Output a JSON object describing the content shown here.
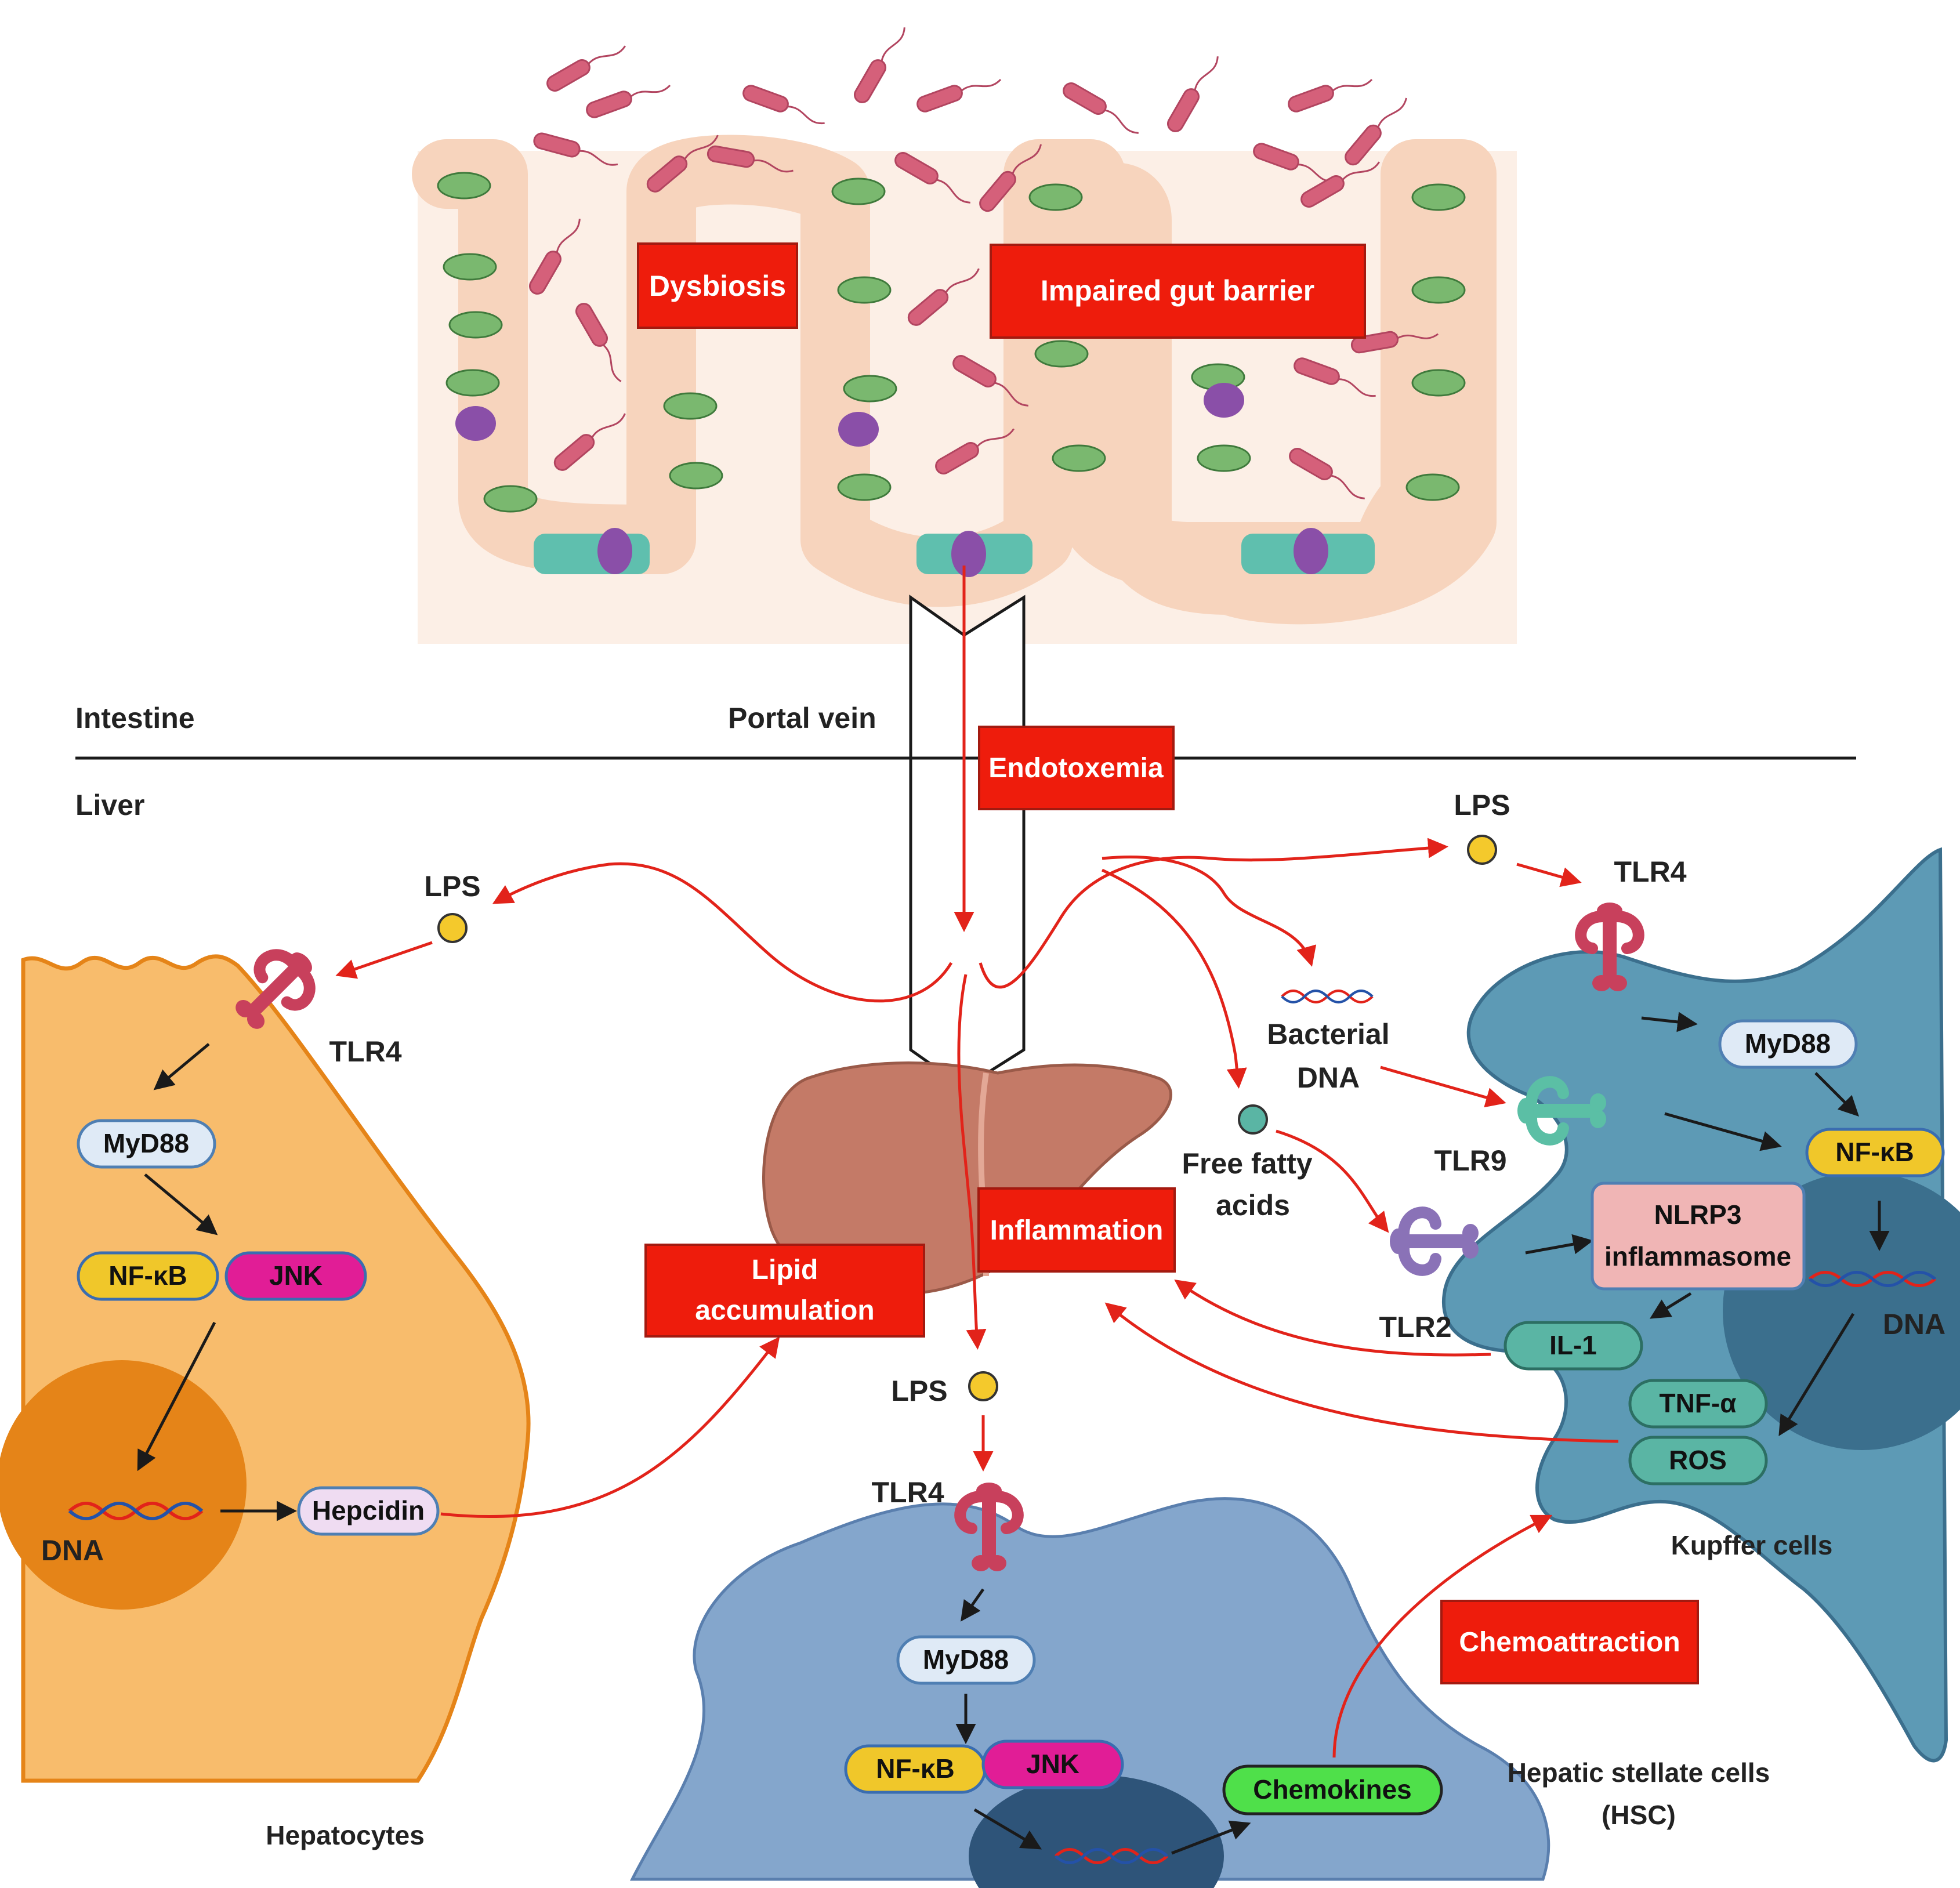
{
  "colors": {
    "red_box": "#ee1c0c",
    "arrow_red": "#e2231a",
    "hepatocyte_cell": "#f8bc6c",
    "hepatocyte_nucleus": "#e58418",
    "kupffer_cell": "#5d9ab5",
    "kupffer_nucleus": "#3b6f8d",
    "hsc_cell": "#84a6cc",
    "hsc_nucleus": "#2e5479",
    "liver": "#c47a67",
    "gut_bg": "#fcefe6",
    "villus": "#f7d4bd",
    "bacteria": "#d5607a",
    "lps_dot": "#f4c92c",
    "nfkb": "#f0c72a",
    "jnk": "#e11d96",
    "myd88": "#dfeaf6",
    "nlrp3": "#f0b5b5",
    "cytokine": "#5ab5a4",
    "chemokines": "#4fe04a",
    "hepcidin": "#efdcf2"
  },
  "gut": {
    "dysbiosis": "Dysbiosis",
    "impaired_gut_barrier": "Impaired gut barrier"
  },
  "regions": {
    "intestine": "Intestine",
    "portal_vein": "Portal vein",
    "liver": "Liver"
  },
  "center": {
    "endotoxemia": "Endotoxemia",
    "inflammation": "Inflammation",
    "lipid_accumulation_line1": "Lipid",
    "lipid_accumulation_line2": "accumulation",
    "chemoattraction": "Chemoattraction"
  },
  "hepatocyte": {
    "lps": "LPS",
    "tlr4": "TLR4",
    "myd88": "MyD88",
    "nfkb": "NF-κB",
    "jnk": "JNK",
    "dna": "DNA",
    "hepcidin": "Hepcidin",
    "cell_label": "Hepatocytes"
  },
  "kupffer": {
    "lps": "LPS",
    "tlr4": "TLR4",
    "bacterial_dna_line1": "Bacterial",
    "bacterial_dna_line2": "DNA",
    "tlr9": "TLR9",
    "free_fatty_acids_line1": "Free fatty",
    "free_fatty_acids_line2": "acids",
    "tlr2": "TLR2",
    "myd88": "MyD88",
    "nfkb": "NF-κB",
    "nlrp3_line1": "NLRP3",
    "nlrp3_line2": "inflammasome",
    "dna": "DNA",
    "il1": "IL-1",
    "tnfa": "TNF-α",
    "ros": "ROS",
    "cell_label": "Kupffer cells"
  },
  "hsc": {
    "lps": "LPS",
    "tlr4": "TLR4",
    "myd88": "MyD88",
    "nfkb": "NF-κB",
    "jnk": "JNK",
    "chemokines": "Chemokines",
    "cell_label_line1": "Hepatic stellate cells",
    "cell_label_line2": "(HSC)"
  }
}
